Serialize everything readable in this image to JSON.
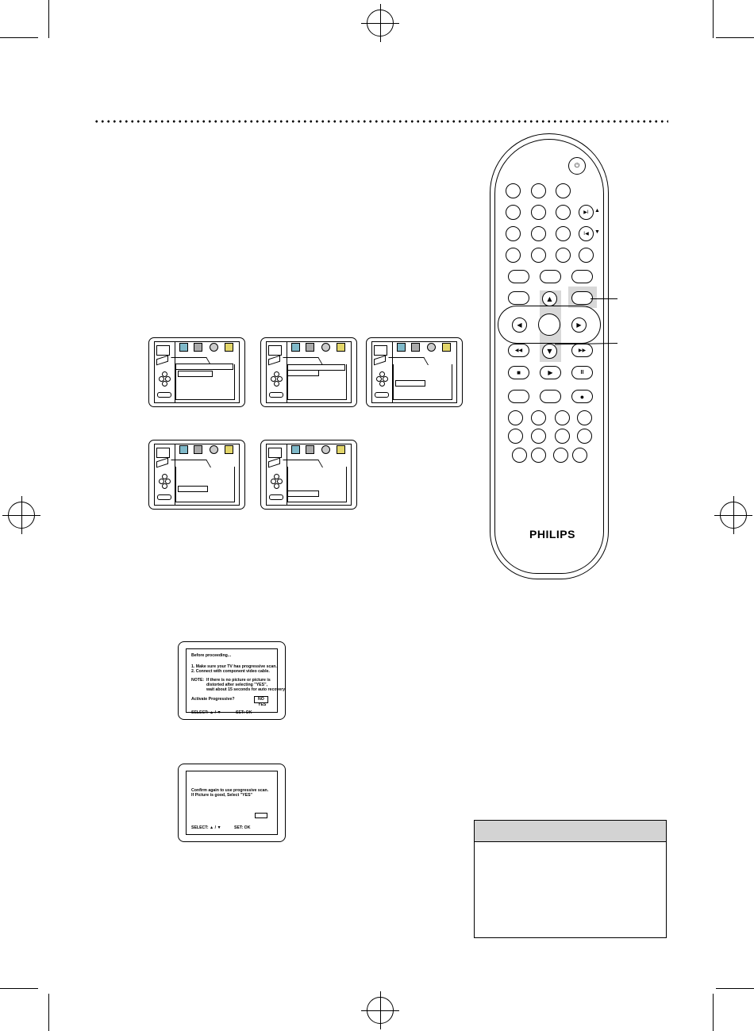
{
  "brand": "PHILIPS",
  "progressive_screen": {
    "title": "Before proceeding...",
    "line1": "1. Make sure your TV has progressive scan.",
    "line2": "2. Connect with component video cable.",
    "note_label": "NOTE:",
    "note1": "If there is no picture or picture is",
    "note2": "distorted after selecting \"YES\",",
    "note3": "wait about 15 seconds for auto recovery.",
    "question": "Activate Progressive?",
    "opt_no": "NO",
    "opt_yes": "YES",
    "select": "SELECT: ▲ / ▼",
    "set": "SET: OK"
  },
  "confirm_screen": {
    "line1": "Confirm again to use progressive scan.",
    "line2": "If Picture is good, Select \"YES\"",
    "select": "SELECT: ▲ / ▼",
    "set": "SET: OK"
  },
  "remote_glyphs": {
    "power": "⏻",
    "up": "▲",
    "down": "▼",
    "left": "◀",
    "right": "▶",
    "rew": "◀◀",
    "ffw": "▶▶",
    "stop": "■",
    "play": "▶",
    "pause": "II",
    "rec": "●",
    "skip_next": "▶I",
    "skip_prev": "I◀",
    "skip_up": "▲",
    "skip_down": "▼"
  }
}
